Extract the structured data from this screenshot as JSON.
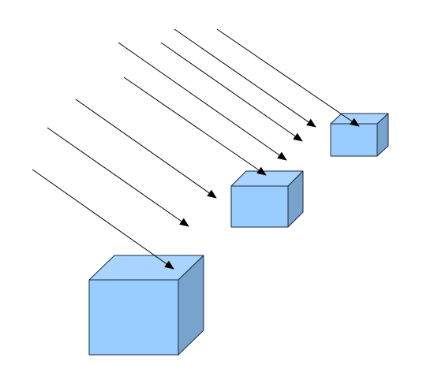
{
  "colors": {
    "background": "#ffffff",
    "cube_front": "#99ccff",
    "cube_top": "#a8d4ff",
    "cube_side": "#77a3cc",
    "cube_stroke": "#1a2a3a",
    "arrow": "#000000"
  },
  "cubes": [
    {
      "name": "cube-large"
    },
    {
      "name": "cube-medium"
    },
    {
      "name": "cube-small"
    }
  ],
  "arrows": [
    {
      "name": "arrow-1"
    },
    {
      "name": "arrow-2"
    },
    {
      "name": "arrow-3"
    },
    {
      "name": "arrow-4"
    },
    {
      "name": "arrow-5"
    },
    {
      "name": "arrow-6"
    },
    {
      "name": "arrow-7"
    },
    {
      "name": "arrow-8"
    }
  ]
}
